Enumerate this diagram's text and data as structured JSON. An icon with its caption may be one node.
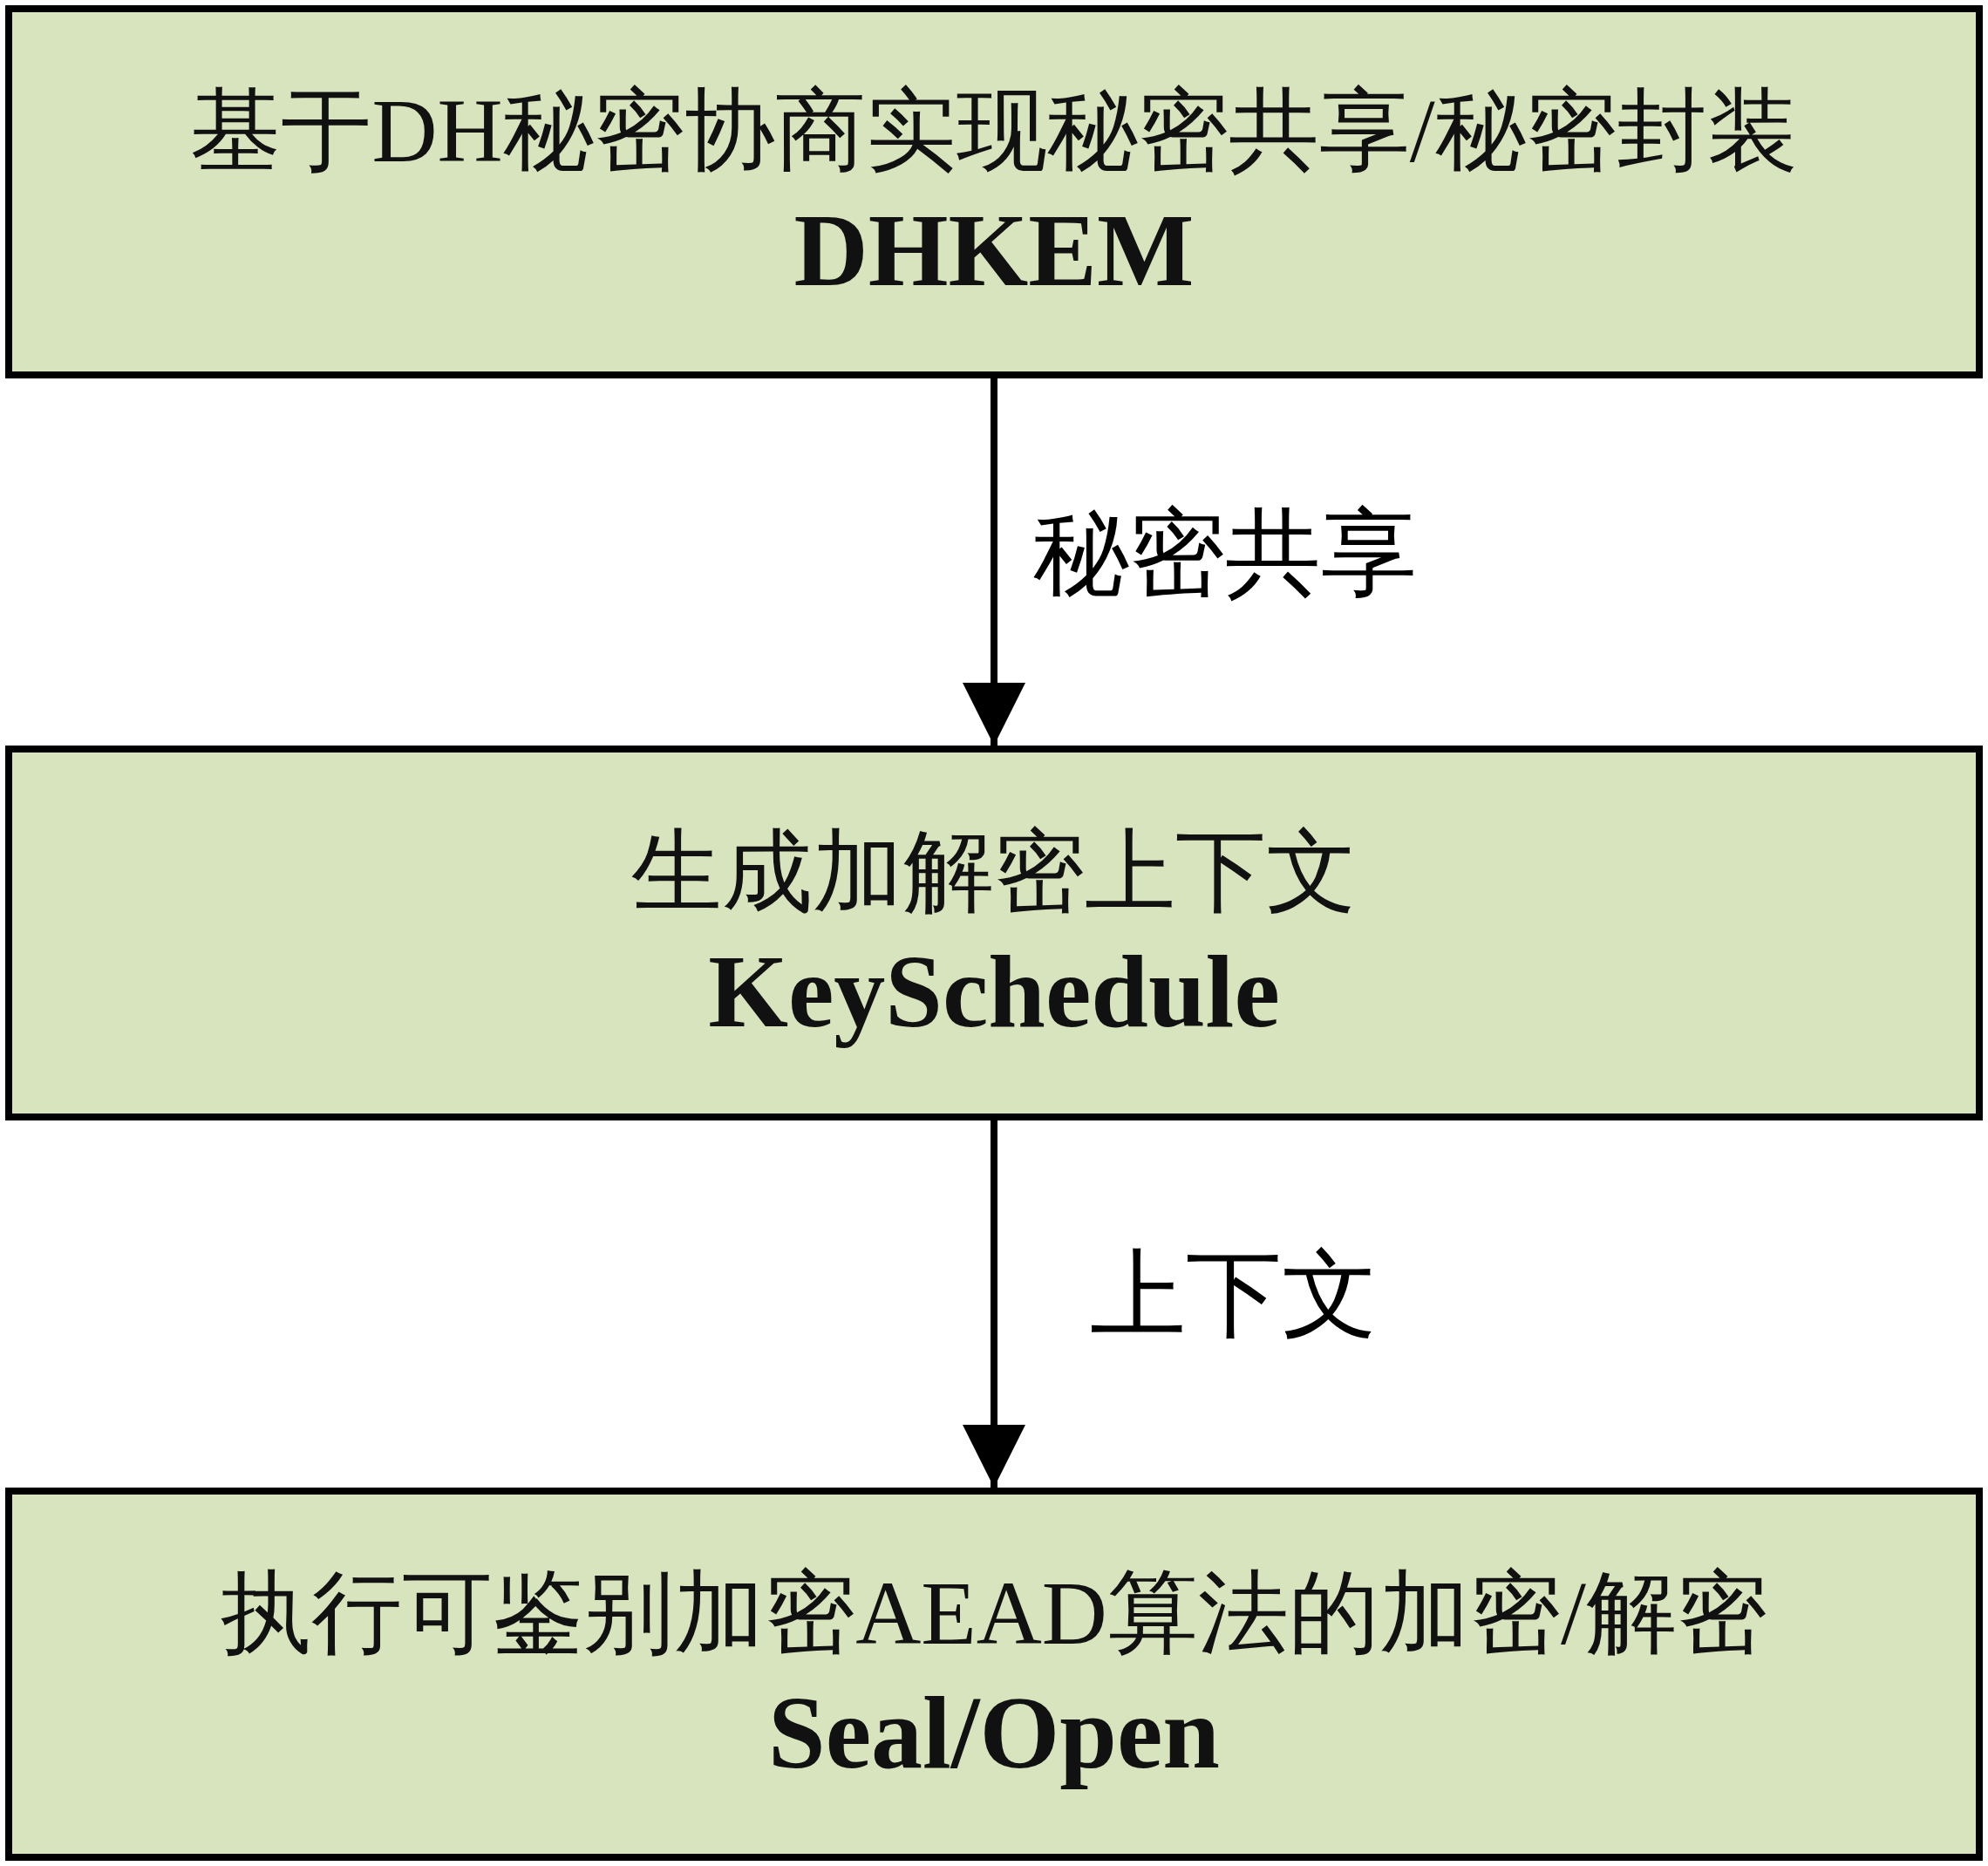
{
  "diagram": {
    "nodes": [
      {
        "text": [
          "基于DH秘密协商实现秘密共享/秘密封装",
          "DHKEM"
        ]
      },
      {
        "text": [
          "生成加解密上下文",
          "KeySchedule"
        ]
      },
      {
        "text": [
          "执行可鉴别加密AEAD算法的加密/解密",
          "Seal/Open"
        ]
      }
    ],
    "edges": [
      {
        "from": 0,
        "to": 1,
        "arrow": "to",
        "label": "秘密共享"
      },
      {
        "from": 1,
        "to": 2,
        "arrow": "to",
        "label": "上下文"
      }
    ]
  }
}
